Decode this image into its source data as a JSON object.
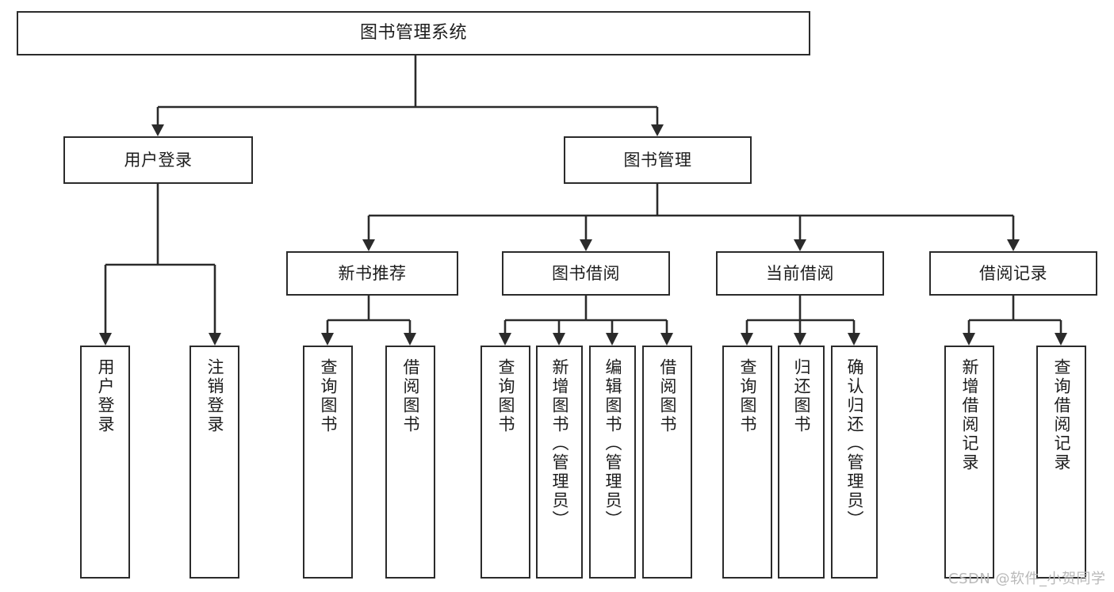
{
  "diagram": {
    "type": "tree-hierarchy",
    "title": "图书管理系统",
    "orientation": "top-down",
    "colors": {
      "stroke": "#2b2b2b",
      "box_fill": "#ffffff",
      "text": "#1d1d1d",
      "watermark": "#b9b9b9",
      "background": "#ffffff"
    }
  },
  "root": {
    "label": "图书管理系统"
  },
  "level2": [
    {
      "label": "用户登录"
    },
    {
      "label": "图书管理"
    }
  ],
  "level3": [
    {
      "label": "新书推荐"
    },
    {
      "label": "图书借阅"
    },
    {
      "label": "当前借阅"
    },
    {
      "label": "借阅记录"
    }
  ],
  "leaves": {
    "user_login": [
      {
        "label": "用户登录"
      },
      {
        "label": "注销登录"
      }
    ],
    "new_book": [
      {
        "label": "查询图书"
      },
      {
        "label": "借阅图书"
      }
    ],
    "book_borrow": [
      {
        "label": "查询图书"
      },
      {
        "label": "新增图书（管理员）"
      },
      {
        "label": "编辑图书（管理员）"
      },
      {
        "label": "借阅图书"
      }
    ],
    "current_borrow": [
      {
        "label": "查询图书"
      },
      {
        "label": "归还图书"
      },
      {
        "label": "确认归还（管理员）"
      }
    ],
    "borrow_record": [
      {
        "label": "新增借阅记录"
      },
      {
        "label": "查询借阅记录"
      }
    ]
  },
  "watermark": {
    "text": "CSDN @软件_小贺同学"
  }
}
